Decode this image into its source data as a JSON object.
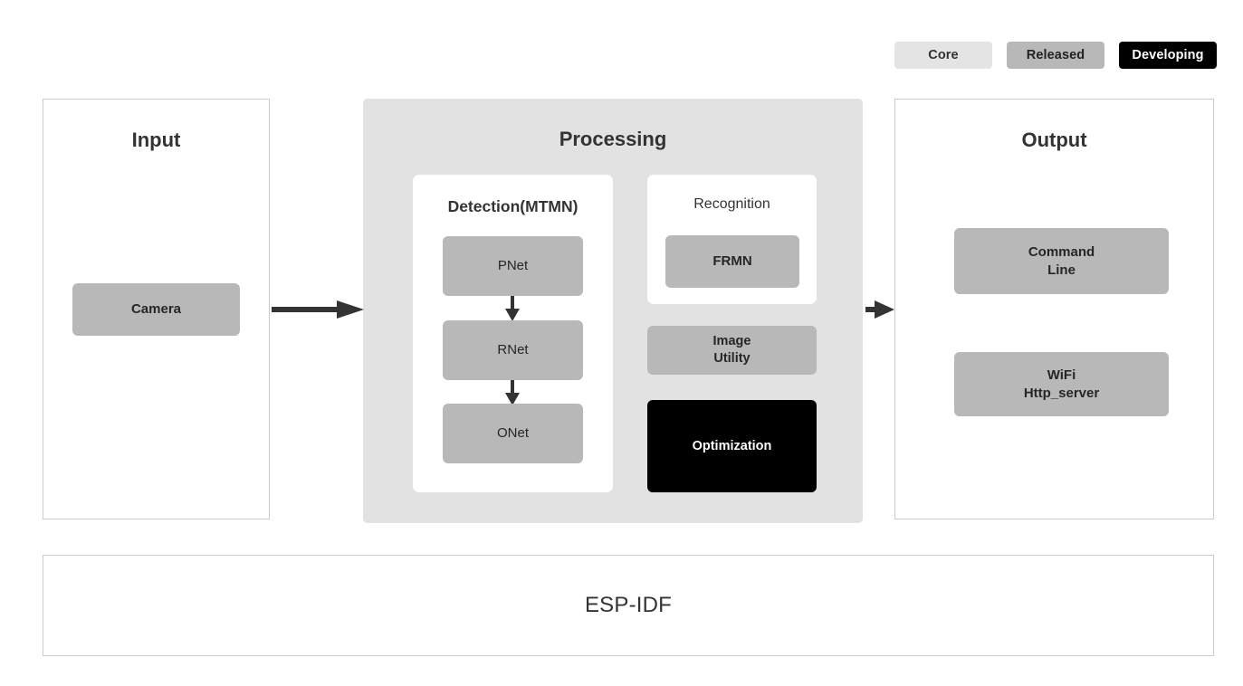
{
  "legend": {
    "items": [
      {
        "label": "Core",
        "color": "#e4e4e4",
        "text_color": "#333333"
      },
      {
        "label": "Released",
        "color": "#b8b8b8",
        "text_color": "#222222"
      },
      {
        "label": "Developing",
        "color": "#000000",
        "text_color": "#ffffff"
      }
    ]
  },
  "input": {
    "title": "Input",
    "nodes": [
      {
        "label": "Camera",
        "status": "Released"
      }
    ]
  },
  "processing": {
    "title": "Processing",
    "detection": {
      "title": "Detection(MTMN)",
      "nodes": [
        {
          "label": "PNet",
          "status": "Released"
        },
        {
          "label": "RNet",
          "status": "Released"
        },
        {
          "label": "ONet",
          "status": "Released"
        }
      ],
      "flow": [
        "PNet -> RNet",
        "RNet -> ONet"
      ]
    },
    "recognition": {
      "title": "Recognition",
      "nodes": [
        {
          "label": "FRMN",
          "status": "Released"
        }
      ]
    },
    "extras": [
      {
        "label": "Image\nUtility",
        "status": "Released"
      },
      {
        "label": "Optimization",
        "status": "Developing"
      }
    ]
  },
  "output": {
    "title": "Output",
    "nodes": [
      {
        "label": "Command\nLine",
        "status": "Released"
      },
      {
        "label": "WiFi\nHttp_server",
        "status": "Released"
      }
    ]
  },
  "footer": {
    "label": "ESP-IDF"
  },
  "flow_arrows": [
    {
      "from": "Input",
      "to": "Processing"
    },
    {
      "from": "Processing",
      "to": "Output"
    }
  ],
  "colors": {
    "core": "#e4e4e4",
    "released": "#b8b8b8",
    "developing": "#000000",
    "panel_fill": "#e2e2e2",
    "panel_border": "#cccccc",
    "text": "#333333",
    "arrow": "#333333"
  }
}
